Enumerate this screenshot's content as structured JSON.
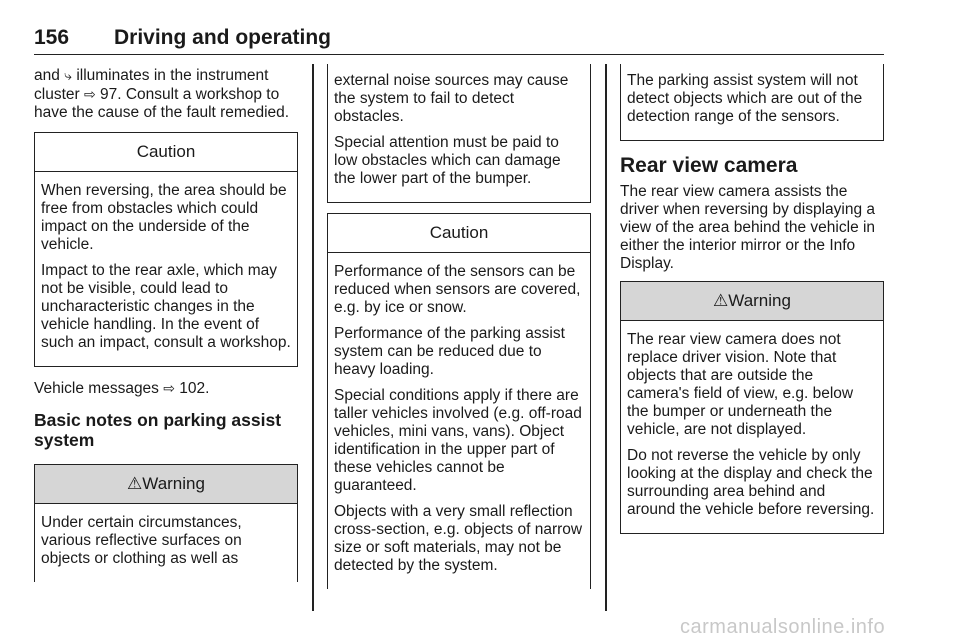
{
  "header": {
    "page_number": "156",
    "section_title": "Driving and operating"
  },
  "col1": {
    "intro_pre": "and ",
    "intro_icon": "⤷",
    "intro_post": " illuminates in the instrument cluster ",
    "ref_icon": "⇨",
    "intro_ref": " 97. Consult a workshop to have the cause of the fault remedied.",
    "caution": {
      "title": "Caution",
      "p1": "When reversing, the area should be free from obstacles which could impact on the underside of the vehicle.",
      "p2": "Impact to the rear axle, which may not be visible, could lead to uncharacteristic changes in the vehicle handling. In the event of such an impact, consult a workshop."
    },
    "vm_pre": "Vehicle messages ",
    "vm_ref": " 102.",
    "heading": "Basic notes on parking assist system",
    "warning": {
      "icon": "⚠",
      "title": "Warning",
      "p1": "Under certain circumstances, various reflective surfaces on objects or clothing as well as"
    }
  },
  "col2": {
    "cont_p1": "external noise sources may cause the system to fail to detect obstacles.",
    "cont_p2": "Special attention must be paid to low obstacles which can damage the lower part of the bumper.",
    "caution": {
      "title": "Caution",
      "p1": "Performance of the sensors can be reduced when sensors are covered, e.g. by ice or snow.",
      "p2": "Performance of the parking assist system can be reduced due to heavy loading.",
      "p3": "Special conditions apply if there are taller vehicles involved (e.g. off-road vehicles, mini vans, vans). Object identification in the upper part of these vehicles cannot be guaranteed.",
      "p4": "Objects with a very small reflection cross-section, e.g. objects of narrow size or soft materials, may not be detected by the system."
    }
  },
  "col3": {
    "cont_p1": "The parking assist system will not detect objects which are out of the detection range of the sensors.",
    "heading": "Rear view camera",
    "body": "The rear view camera assists the driver when reversing by displaying a view of the area behind the vehicle in either the interior mirror or the Info Display.",
    "warning": {
      "icon": "⚠",
      "title": "Warning",
      "p1": "The rear view camera does not replace driver vision. Note that objects that are outside the camera's field of view, e.g. below the bumper or underneath the vehicle, are not displayed.",
      "p2": "Do not reverse the vehicle by only looking at the display and check the surrounding area behind and around the vehicle before reversing."
    }
  },
  "watermark": "carmanualsonline.info"
}
